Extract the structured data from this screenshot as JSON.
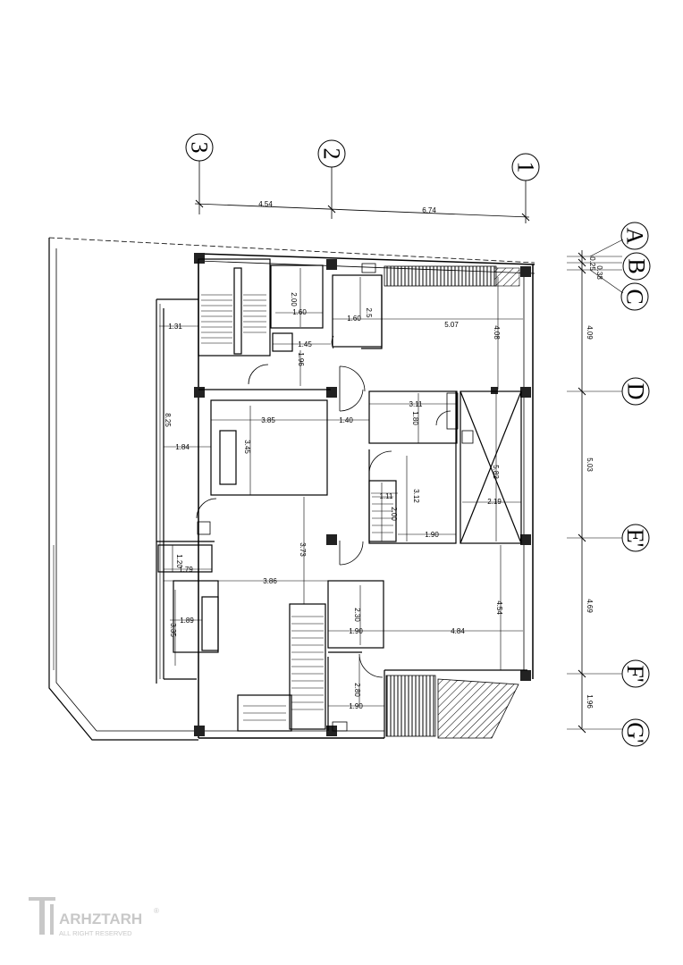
{
  "grid_columns": [
    "3",
    "2",
    "1"
  ],
  "grid_rows": [
    "A",
    "B",
    "C",
    "D",
    "E",
    "F",
    "G"
  ],
  "primes": {
    "E": "'",
    "F": "'",
    "G": "'"
  },
  "dims": {
    "top_left": "4.54",
    "top_right": "6.74",
    "r_ab": "0.25",
    "r_bc": "0.38",
    "r_cd": "4.09",
    "r_de": "5.03",
    "r_ef": "4.69",
    "r_fg": "1.96",
    "wc_h": "2.00",
    "wc_w": "1.60",
    "small_a": "1.60",
    "small_b": "2.5",
    "room1_w": "5.07",
    "room1_h": "4.08",
    "hall_a": "1.45",
    "hall_b": "1.96",
    "stair_w": "1.31",
    "overall_h": "8.25",
    "left_w": "1.84",
    "bed_w": "3.85",
    "bed_h": "3.45",
    "corr": "1.40",
    "kit_w": "3.11",
    "kit_h": "1.80",
    "d1": "1.11",
    "d2": "2.00",
    "d3": "3.12",
    "d4": "1.90",
    "shaft": "5.82",
    "shaft_w": "2.19",
    "liv_h": "3.73",
    "d5": "1.20",
    "d6": "1.79",
    "liv_w": "3.86",
    "d7": "1.89",
    "d8": "3.35",
    "d9": "2.30",
    "d10": "1.90",
    "d11": "4.84",
    "d12": "4.54",
    "d13": "2.80",
    "d14": "1.90"
  },
  "watermark": {
    "brand": "ARHZTARH",
    "sub": "ALL RIGHT RESERVED",
    "mark": "®"
  }
}
